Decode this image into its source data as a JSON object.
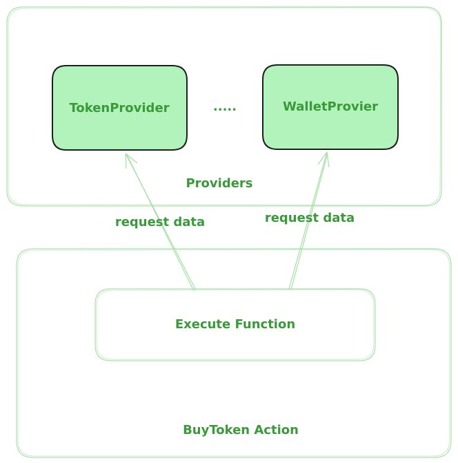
{
  "providers_group": {
    "label": "Providers",
    "token_provider": "TokenProvider",
    "ellipsis": ".....",
    "wallet_provider": "WalletProvier"
  },
  "arrows": {
    "left_label": "request data",
    "right_label": "request data"
  },
  "action_group": {
    "label": "BuyToken Action",
    "execute_function": "Execute Function"
  },
  "colors": {
    "accent_green": "#3a9a3a",
    "provider_fill": "#b2f2bb",
    "provider_stroke": "#1e1e1e",
    "sketch_line": "#9ed89e"
  }
}
